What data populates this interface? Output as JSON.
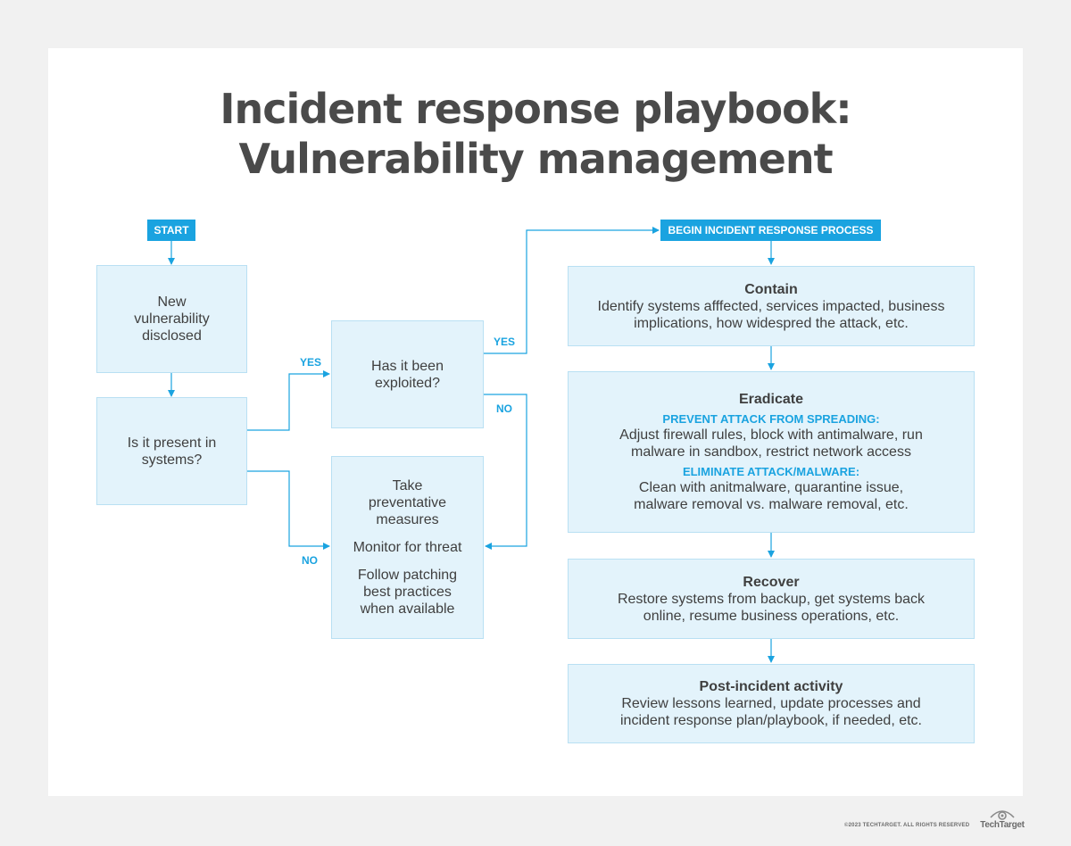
{
  "title": {
    "line1": "Incident response playbook:",
    "line2": "Vulnerability management"
  },
  "nodes": {
    "start": "START",
    "begin": "BEGIN INCIDENT RESPONSE PROCESS",
    "new_vuln": "New vulnerability disclosed",
    "present": "Is it present in systems?",
    "exploited": "Has it been exploited?",
    "prevent": {
      "line1": "Take preventative measures",
      "line2": "Monitor for threat",
      "line3": "Follow patching best practices when available"
    },
    "contain": {
      "heading": "Contain",
      "body": "Identify systems afffected, services impacted, business implications, how widespred the attack, etc."
    },
    "eradicate": {
      "heading": "Eradicate",
      "sub1": "PREVENT ATTACK FROM SPREADING:",
      "body1": "Adjust firewall rules, block with antimalware, run malware in sandbox, restrict network access",
      "sub2": "ELIMINATE ATTACK/MALWARE:",
      "body2": "Clean with anitmalware, quarantine issue, malware removal vs. malware removal, etc."
    },
    "recover": {
      "heading": "Recover",
      "body": "Restore systems from backup, get systems back online, resume business operations, etc."
    },
    "post": {
      "heading": "Post-incident activity",
      "body": "Review lessons learned, update processes and incident response plan/playbook, if needed, etc."
    }
  },
  "edge_labels": {
    "present_yes": "YES",
    "present_no": "NO",
    "exploited_yes": "YES",
    "exploited_no": "NO"
  },
  "footer": {
    "copyright": "©2023 TECHTARGET. ALL RIGHTS RESERVED",
    "logo": "TechTarget"
  },
  "colors": {
    "accent": "#1aa3e0",
    "box_fill": "#e3f3fb",
    "text": "#4a4a4a"
  }
}
